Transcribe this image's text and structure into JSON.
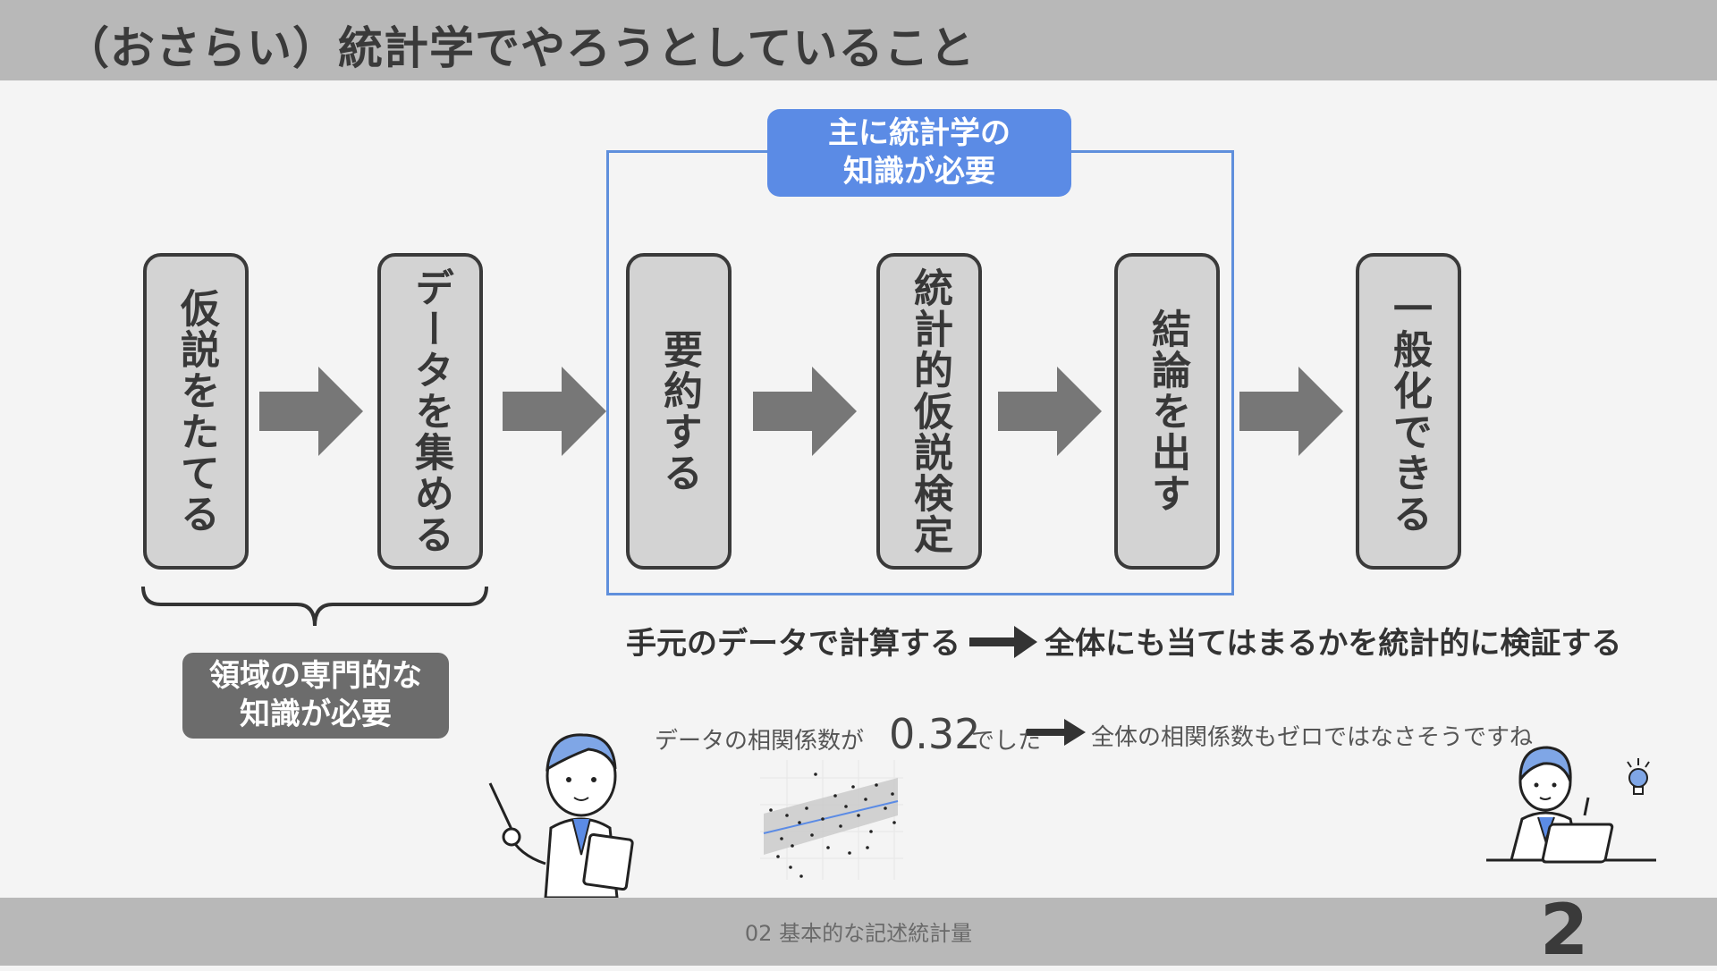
{
  "header": {
    "title": "（おさらい）統計学でやろうとしていること"
  },
  "steps": [
    {
      "label": "仮説をたてる"
    },
    {
      "label": "データを集める"
    },
    {
      "label": "要約する"
    },
    {
      "label": "統計的仮説検定"
    },
    {
      "label": "結論を出す"
    },
    {
      "label": "一般化できる"
    }
  ],
  "stats_box": {
    "label_line1": "主に統計学の",
    "label_line2": "知識が必要"
  },
  "domain_box": {
    "label_line1": "領域の専門的な",
    "label_line2": "知識が必要"
  },
  "flow": {
    "calc": "手元のデータで計算する",
    "verify": "全体にも当てはまるかを統計的に検証する"
  },
  "example": {
    "sample_prefix": "データの相関係数が",
    "sample_value": "0.32",
    "sample_suffix": "でした",
    "population": "全体の相関係数もゼロではなさそうですね"
  },
  "footer": {
    "text": "02 基本的な記述統計量",
    "page": "2"
  },
  "colors": {
    "accent_blue": "#5b8be5",
    "step_fill": "#d3d3d3",
    "arrow": "#777777",
    "bar": "#b8b8b8"
  }
}
